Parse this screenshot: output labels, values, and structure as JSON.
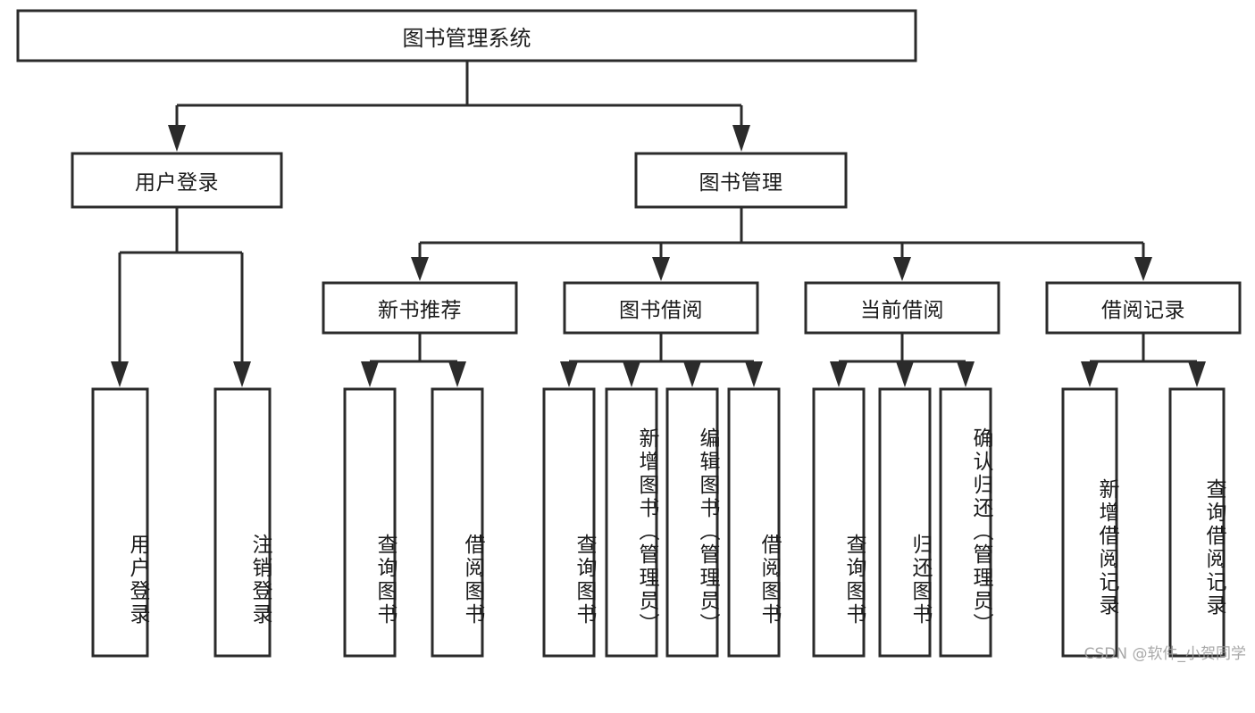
{
  "diagram": {
    "title": "图书管理系统",
    "type": "tree",
    "watermark": "CSDN @软件_小贺同学",
    "colors": {
      "stroke": "#2b2b2b",
      "fill": "#ffffff",
      "text": "#1b1b1b",
      "watermark": "#9a9a9a"
    },
    "root": {
      "label": "图书管理系统"
    },
    "level2": [
      {
        "label": "用户登录"
      },
      {
        "label": "图书管理"
      }
    ],
    "level3": [
      {
        "label": "新书推荐"
      },
      {
        "label": "图书借阅"
      },
      {
        "label": "当前借阅"
      },
      {
        "label": "借阅记录"
      }
    ],
    "leaves": {
      "user_login": [
        {
          "label": "用户登录"
        },
        {
          "label": "注销登录"
        }
      ],
      "new_book_recommend": [
        {
          "label": "查询图书"
        },
        {
          "label": "借阅图书"
        }
      ],
      "book_borrow": [
        {
          "label": "查询图书"
        },
        {
          "label": "新增图书（管理员）"
        },
        {
          "label": "编辑图书（管理员）"
        },
        {
          "label": "借阅图书"
        }
      ],
      "current_borrow": [
        {
          "label": "查询图书"
        },
        {
          "label": "归还图书"
        },
        {
          "label": "确认归还（管理员）"
        }
      ],
      "borrow_records": [
        {
          "label": "新增借阅记录"
        },
        {
          "label": "查询借阅记录"
        }
      ]
    }
  }
}
